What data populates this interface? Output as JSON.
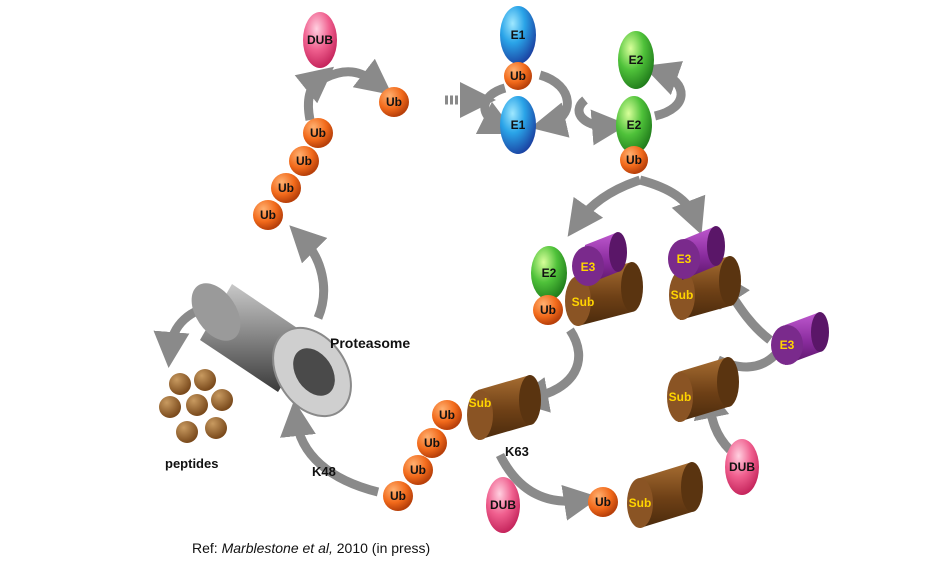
{
  "labels": {
    "dub": "DUB",
    "ub": "Ub",
    "e1": "E1",
    "e2": "E2",
    "e3": "E3",
    "sub": "Sub",
    "proteasome": "Proteasome",
    "peptides": "peptides",
    "k48": "K48",
    "k63": "K63"
  },
  "reference": {
    "prefix": "Ref: ",
    "authors": "Marblestone et al,",
    "suffix": " 2010 (in press)"
  },
  "colors": {
    "ub": "#f26a1b",
    "e1": "#2a7fd8",
    "e2": "#3ca82e",
    "e3": "#7a2a8c",
    "sub": "#7a4a1c",
    "sub_text": "#ffd400",
    "dub": "#e83e7a",
    "arrow": "#8a8a8a"
  }
}
